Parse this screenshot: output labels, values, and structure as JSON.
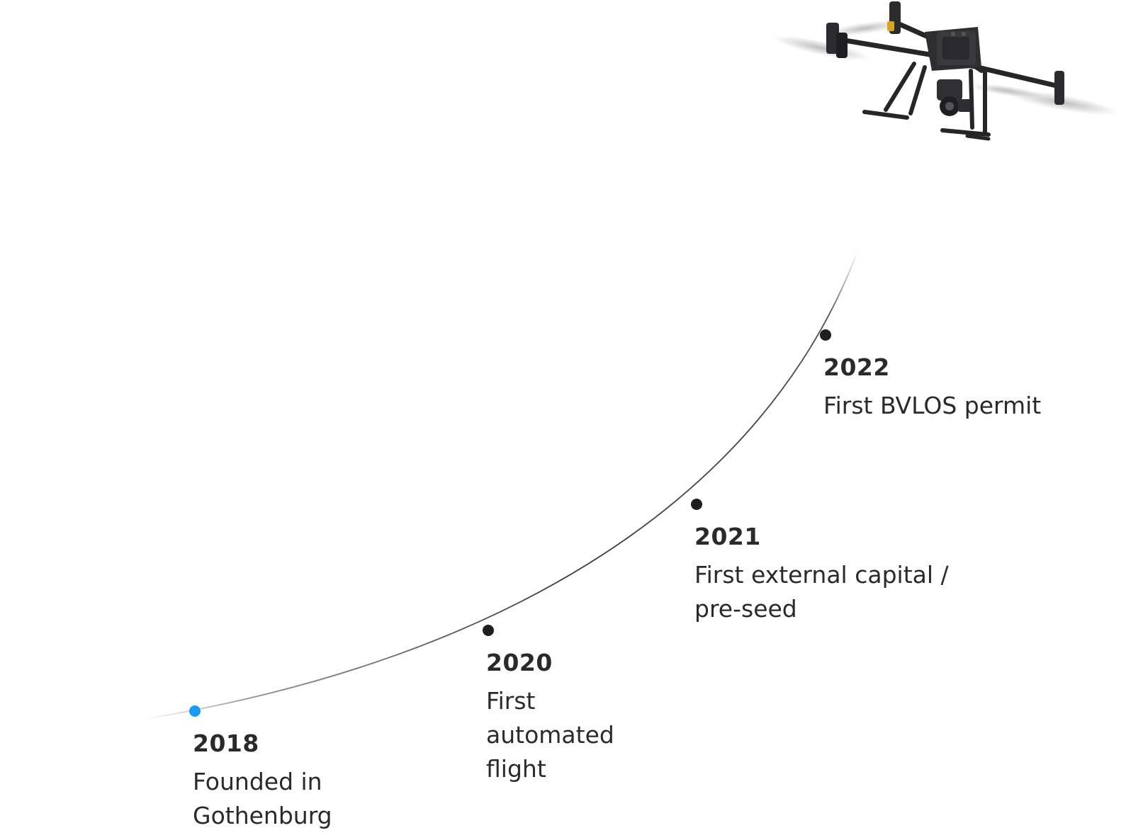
{
  "milestones": [
    {
      "year": "2018",
      "description": "Founded in Gothenburg",
      "dot_color": "#1a9bf0"
    },
    {
      "year": "2020",
      "description": "First automated flight",
      "dot_color": "#1f1f21"
    },
    {
      "year": "2021",
      "description": "First external capital / pre-seed",
      "dot_color": "#1f1f21"
    },
    {
      "year": "2022",
      "description": "First BVLOS permit",
      "dot_color": "#1f1f21"
    }
  ],
  "colors": {
    "text": "#2a2a2c",
    "line": "#3a3a3c",
    "accent": "#1a9bf0",
    "drone_body": "#262628"
  },
  "illustration": {
    "subject": "quadcopter-drone"
  }
}
